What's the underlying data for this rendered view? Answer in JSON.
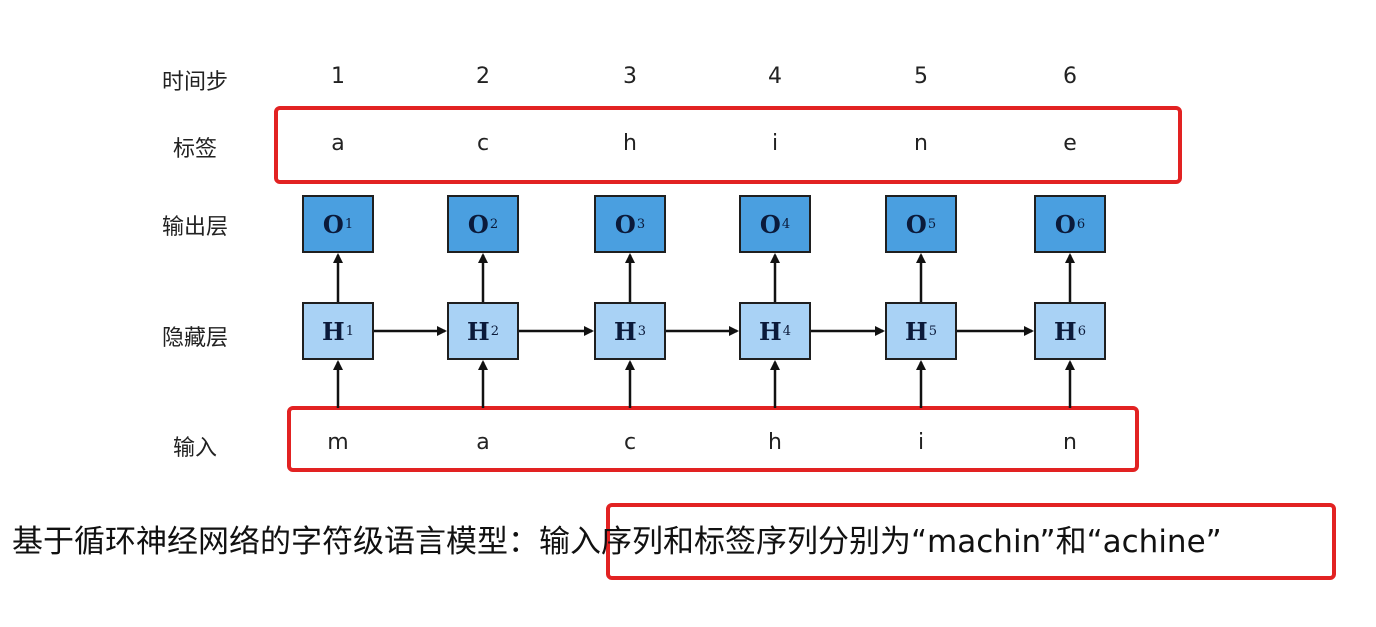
{
  "row_labels": {
    "time_step": "时间步",
    "label": "标签",
    "output_layer": "输出层",
    "hidden_layer": "隐藏层",
    "input": "输入"
  },
  "time_steps": [
    "1",
    "2",
    "3",
    "4",
    "5",
    "6"
  ],
  "labels": [
    "a",
    "c",
    "h",
    "i",
    "n",
    "e"
  ],
  "inputs": [
    "m",
    "a",
    "c",
    "h",
    "i",
    "n"
  ],
  "output_nodes": [
    {
      "sym": "O",
      "sub": "1"
    },
    {
      "sym": "O",
      "sub": "2"
    },
    {
      "sym": "O",
      "sub": "3"
    },
    {
      "sym": "O",
      "sub": "4"
    },
    {
      "sym": "O",
      "sub": "5"
    },
    {
      "sym": "O",
      "sub": "6"
    }
  ],
  "hidden_nodes": [
    {
      "sym": "H",
      "sub": "1"
    },
    {
      "sym": "H",
      "sub": "2"
    },
    {
      "sym": "H",
      "sub": "3"
    },
    {
      "sym": "H",
      "sub": "4"
    },
    {
      "sym": "H",
      "sub": "5"
    },
    {
      "sym": "H",
      "sub": "6"
    }
  ],
  "caption": {
    "prefix": "基于循环神经网络的字符级语言模型：",
    "highlight": "输入序列和标签序列分别为“machin”和“achine”"
  },
  "colors": {
    "output_fill": "#4a9fe0",
    "hidden_fill": "#a9d2f5",
    "highlight_border": "#e22222",
    "arrow": "#111111"
  }
}
